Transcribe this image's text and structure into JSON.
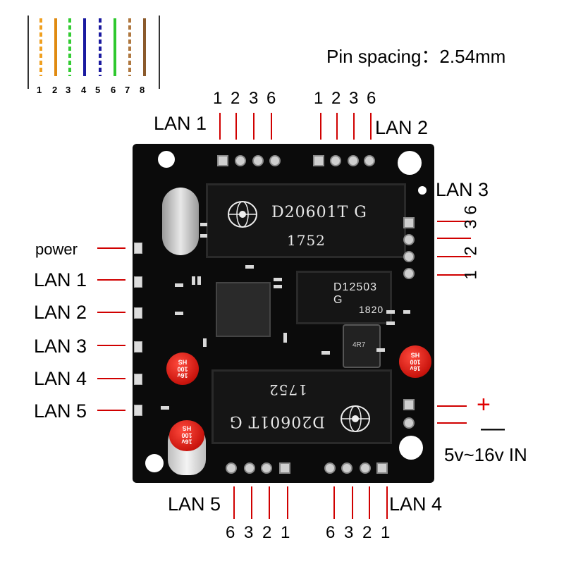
{
  "spacing": {
    "label": "Pin spacing：",
    "value": "2.54mm"
  },
  "cable": {
    "numbers": [
      "1",
      "2",
      "3",
      "4",
      "5",
      "6",
      "7",
      "8"
    ],
    "wires": [
      {
        "color": "#f0a020",
        "striped": true
      },
      {
        "color": "#e08a10",
        "striped": false
      },
      {
        "color": "#33cc33",
        "striped": true
      },
      {
        "color": "#1a1aa0",
        "striped": false
      },
      {
        "color": "#1a1aa0",
        "striped": true
      },
      {
        "color": "#2ec82e",
        "striped": false
      },
      {
        "color": "#b07840",
        "striped": true
      },
      {
        "color": "#8b5a2b",
        "striped": false
      }
    ]
  },
  "labels": {
    "lan1_top": "LAN 1",
    "lan2_top": "LAN 2",
    "lan3_right": "LAN 3",
    "lan5_bottom": "LAN 5",
    "lan4_bottom": "LAN 4",
    "power": "power",
    "led_lan1": "LAN 1",
    "led_lan2": "LAN 2",
    "led_lan3": "LAN 3",
    "led_lan4": "LAN 4",
    "led_lan5": "LAN 5",
    "plus": "+",
    "minus": "—",
    "voltage": "5v~16v IN"
  },
  "pins": {
    "top_left": [
      "1",
      "2",
      "3",
      "6"
    ],
    "top_right": [
      "1",
      "2",
      "3",
      "6"
    ],
    "right": [
      "3",
      "6",
      "2",
      "1"
    ],
    "bottom_left": [
      "6",
      "3",
      "2",
      "1"
    ],
    "bottom_right": [
      "6",
      "3",
      "2",
      "1"
    ]
  },
  "chips": {
    "xfmr_top_part": "D20601T G",
    "xfmr_top_date": "1752",
    "xfmr_mid_part": "D12503 G",
    "xfmr_mid_date": "1820",
    "xfmr_bot_part": "D20601T G",
    "xfmr_bot_date": "1752",
    "inductor": "4R7"
  },
  "caps": {
    "left": [
      "16v",
      "100",
      "HS"
    ],
    "right": [
      "16v",
      "100",
      "HS"
    ],
    "bottom": [
      "16v",
      "100",
      "HS"
    ]
  },
  "colors": {
    "leader": "#d00000",
    "board": "#0b0b0b"
  }
}
